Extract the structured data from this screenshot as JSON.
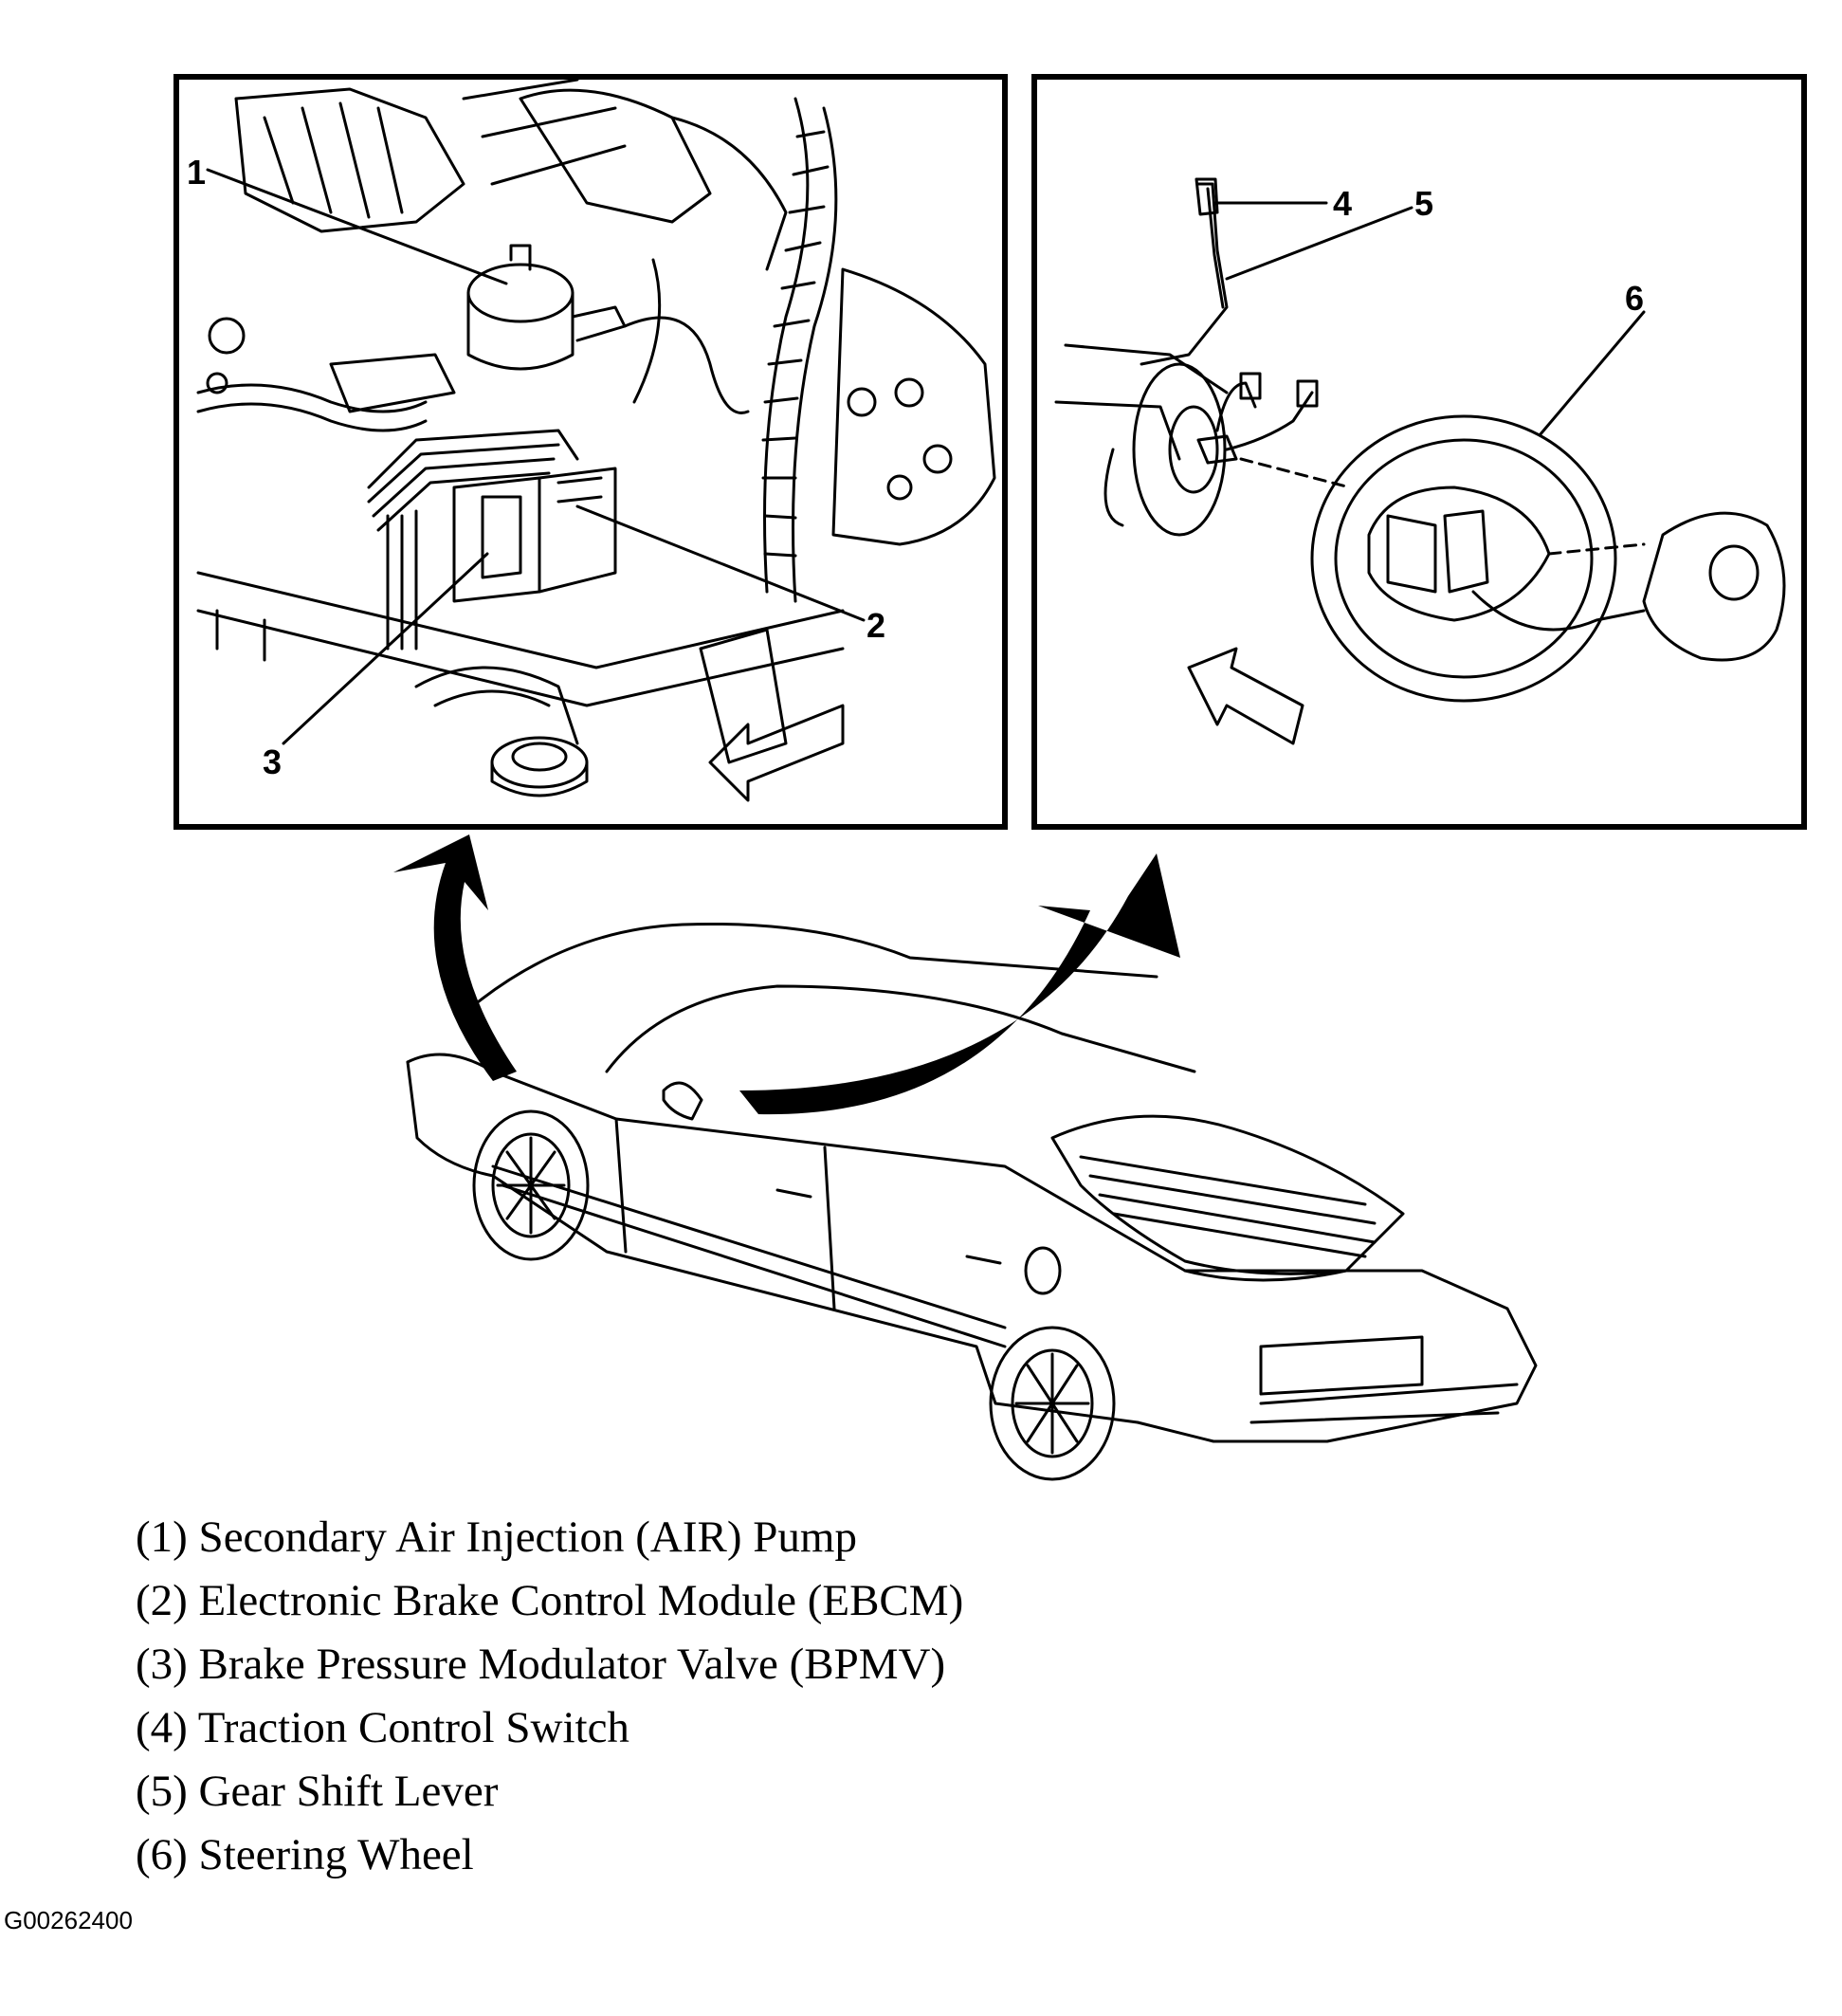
{
  "callouts": {
    "c1": "1",
    "c2": "2",
    "c3": "3",
    "c4": "4",
    "c5": "5",
    "c6": "6"
  },
  "legend": [
    "(1) Secondary Air Injection (AIR) Pump",
    "(2) Electronic Brake Control Module (EBCM)",
    "(3) Brake Pressure Modulator Valve (BPMV)",
    "(4) Traction Control Switch",
    "(5) Gear Shift Lever",
    "(6) Steering Wheel"
  ],
  "figure_id": "G00262400",
  "colors": {
    "line": "#000000",
    "background": "#ffffff"
  }
}
